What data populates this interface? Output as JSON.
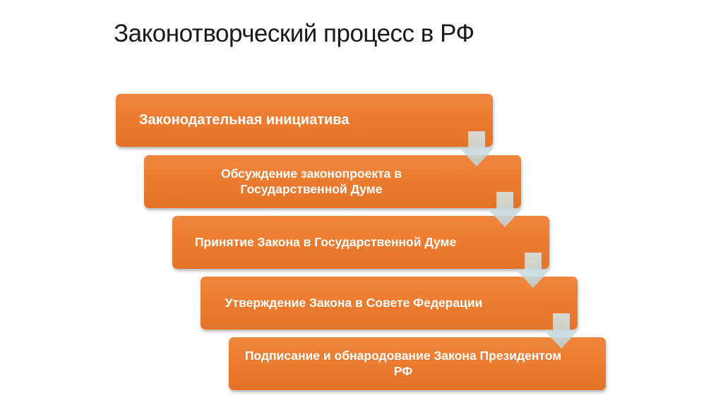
{
  "slide": {
    "title": "Законотворческий процесс в РФ"
  },
  "diagram": {
    "type": "staircase-process",
    "colors": {
      "box_fill": "#ED7D31",
      "box_text": "#FFFFFF",
      "arrow_fill": "#C9DCE0",
      "title_text": "#1A1A1A",
      "background": "#FFFFFF"
    },
    "steps": [
      {
        "label": "Законодательная инициатива"
      },
      {
        "label": "Обсуждение законопроекта в Государственной Думе"
      },
      {
        "label": "Принятие Закона в Государственной Думе"
      },
      {
        "label": "Утверждение Закона в Совете Федерации"
      },
      {
        "label": "Подписание и обнародование Закона Президентом РФ"
      }
    ],
    "arrows": [
      {
        "from": 0,
        "to": 1,
        "icon": "down-arrow-icon"
      },
      {
        "from": 1,
        "to": 2,
        "icon": "down-arrow-icon"
      },
      {
        "from": 2,
        "to": 3,
        "icon": "down-arrow-icon"
      },
      {
        "from": 3,
        "to": 4,
        "icon": "down-arrow-icon"
      }
    ]
  }
}
